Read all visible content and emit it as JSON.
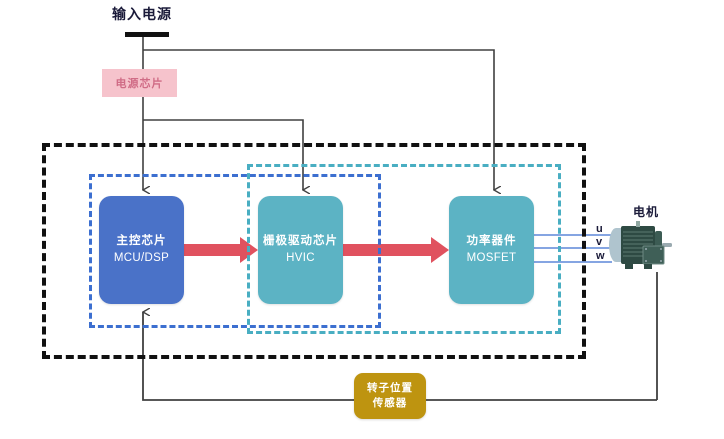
{
  "diagram": {
    "title_top": "输入电源",
    "power_chip": {
      "label": "电源芯片",
      "color": "#F6C3CC",
      "text_color": "#D06C86"
    },
    "blocks": [
      {
        "id": "mcu",
        "line1": "主控芯片",
        "line2": "MCU/DSP",
        "color": "#4A72C8"
      },
      {
        "id": "hvic",
        "line1": "栅极驱动芯片",
        "line2": "HVIC",
        "color": "#5CB3C4"
      },
      {
        "id": "mosfet",
        "line1": "功率器件",
        "line2": "MOSFET",
        "color": "#5CB3C4"
      }
    ],
    "sensor": {
      "line1": "转子位置",
      "line2": "传感器",
      "color": "#BE9410"
    },
    "motor": {
      "label": "电机"
    },
    "phases": [
      {
        "name": "u"
      },
      {
        "name": "v"
      },
      {
        "name": "w"
      }
    ],
    "groupings": [
      {
        "id": "outer",
        "style": "dashed",
        "color": "#111111"
      },
      {
        "id": "blue",
        "style": "dashed",
        "color": "#3C6FD0"
      },
      {
        "id": "teal",
        "style": "dashed",
        "color": "#49AEC2"
      }
    ],
    "signal_arrow_color": "#E0525F",
    "wire_color": "#404040",
    "phase_wire_color": "#3C6FD0"
  }
}
